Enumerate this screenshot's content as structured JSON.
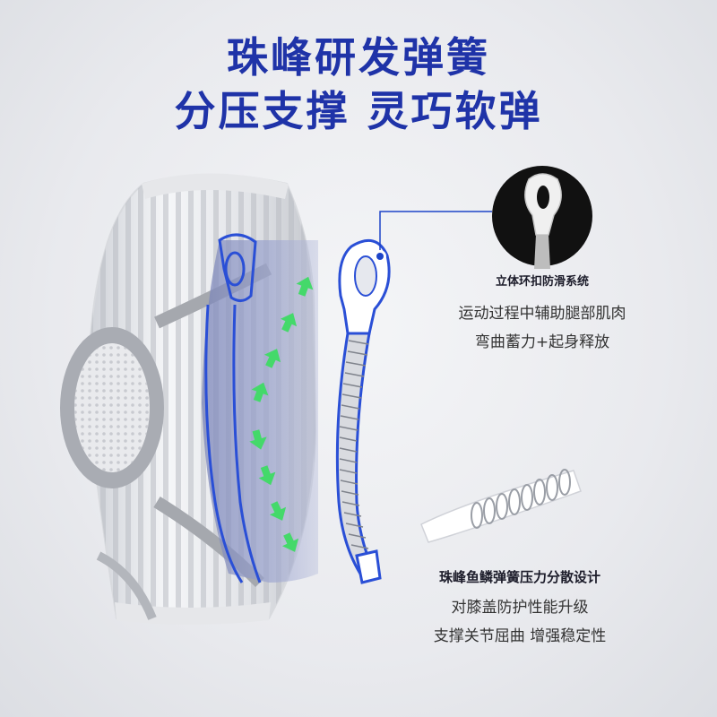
{
  "headline": {
    "line1": "珠峰研发弹簧",
    "line2": "分压支撑 灵巧软弹"
  },
  "feature_top": {
    "title": "立体环扣防滑系统",
    "line1": "运动过程中辅助腿部肌肉",
    "line2": "弯曲蓄力+起身释放"
  },
  "feature_bottom": {
    "title": "珠峰鱼鳞弹簧压力分散设计",
    "line1": "对膝盖防护性能升级",
    "line2": "支撑关节屈曲 增强稳定性"
  },
  "colors": {
    "headline_blue": "#1f33a8",
    "arrow_green": "#44d96a",
    "highlight_blue": "#2a4fd6"
  },
  "icons": [
    "green-arrow-icon",
    "spring-loop-icon",
    "spring-coil-icon",
    "pointer-dot-icon"
  ]
}
